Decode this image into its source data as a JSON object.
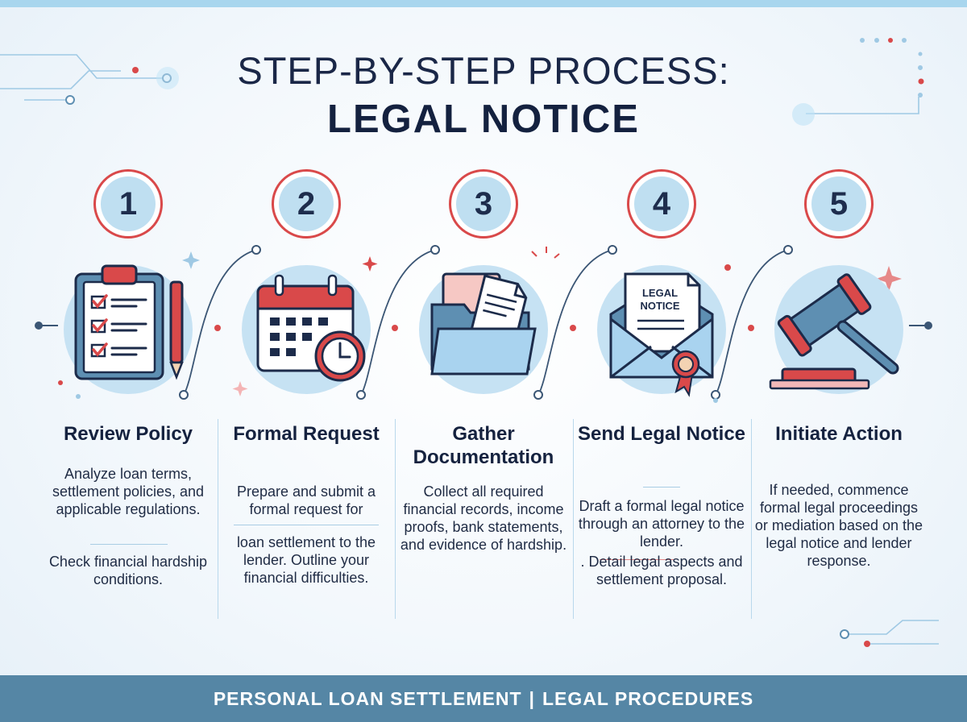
{
  "title": {
    "line1": "STEP-BY-STEP PROCESS:",
    "line2": "LEGAL NOTICE"
  },
  "steps": [
    {
      "number": "1",
      "title": "Review Policy",
      "paragraphs": [
        "Analyze loan terms, settlement policies, and applicable regulations.",
        "Check financial hardship conditions."
      ],
      "icon": "clipboard-checklist-icon"
    },
    {
      "number": "2",
      "title": "Formal Request",
      "paragraphs": [
        "Prepare and submit a formal request for",
        "loan settlement to the lender. Outline your financial difficulties."
      ],
      "icon": "calendar-clock-icon"
    },
    {
      "number": "3",
      "title": "Gather Documentation",
      "paragraphs": [
        "Collect all required financial records, income proofs, bank statements, and evidence of hardship."
      ],
      "icon": "folder-documents-icon"
    },
    {
      "number": "4",
      "title": "Send Legal Notice",
      "paragraphs": [
        "Draft a formal legal notice through an attorney to the lender.",
        ". Detail legal aspects and settlement proposal."
      ],
      "icon": "envelope-legal-notice-icon",
      "icon_text": "LEGAL NOTICE"
    },
    {
      "number": "5",
      "title": "Initiate Action",
      "paragraphs": [
        "If needed, commence formal legal proceedings or mediation based on the legal notice and lender response."
      ],
      "icon": "gavel-icon"
    }
  ],
  "footer": {
    "left": "PERSONAL LOAN SETTLEMENT",
    "separator": "|",
    "right": "LEGAL PROCEDURES"
  },
  "colors": {
    "accent_red": "#d9494a",
    "navy": "#1c2b4a",
    "light_blue": "#c6e2f3",
    "footer_blue": "#5586a5"
  }
}
